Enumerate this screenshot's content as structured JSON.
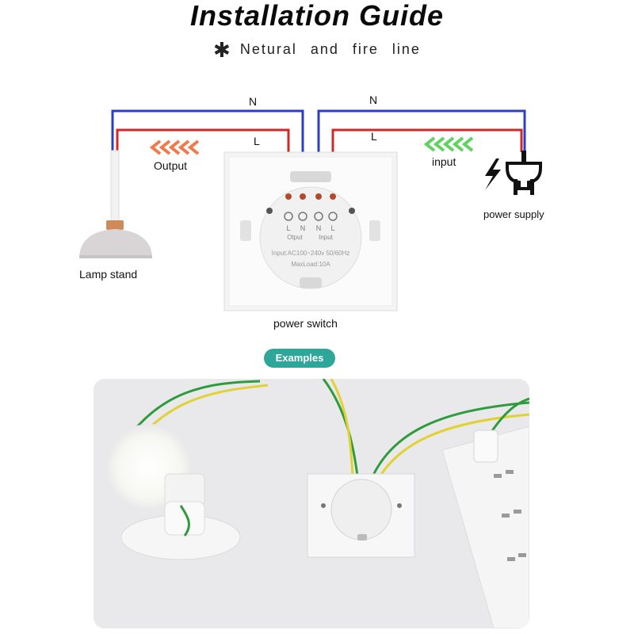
{
  "header": {
    "title": "Installation Guide",
    "subtitle": "Netural and fire line"
  },
  "diagram": {
    "neutral_label_left": "N",
    "neutral_label_right": "N",
    "live_label_left": "L",
    "live_label_right": "L",
    "output_label": "Output",
    "input_label": "input",
    "lamp_label": "Lamp stand",
    "switch_label": "power switch",
    "supply_label": "power supply",
    "terminal_L1": "L",
    "terminal_N1": "N",
    "terminal_N2": "N",
    "terminal_L2": "L",
    "terminal_output": "Otput",
    "terminal_input": "Input",
    "spec_input": "Input:AC100~240v  50/60Hz",
    "spec_load": "MaxLoad:10A",
    "colors": {
      "neutral": "#2b3fc4",
      "live": "#cc2a2a",
      "output_arrows": "#f07a4a",
      "input_arrows": "#5fd35f"
    }
  },
  "examples": {
    "label": "Examples"
  }
}
